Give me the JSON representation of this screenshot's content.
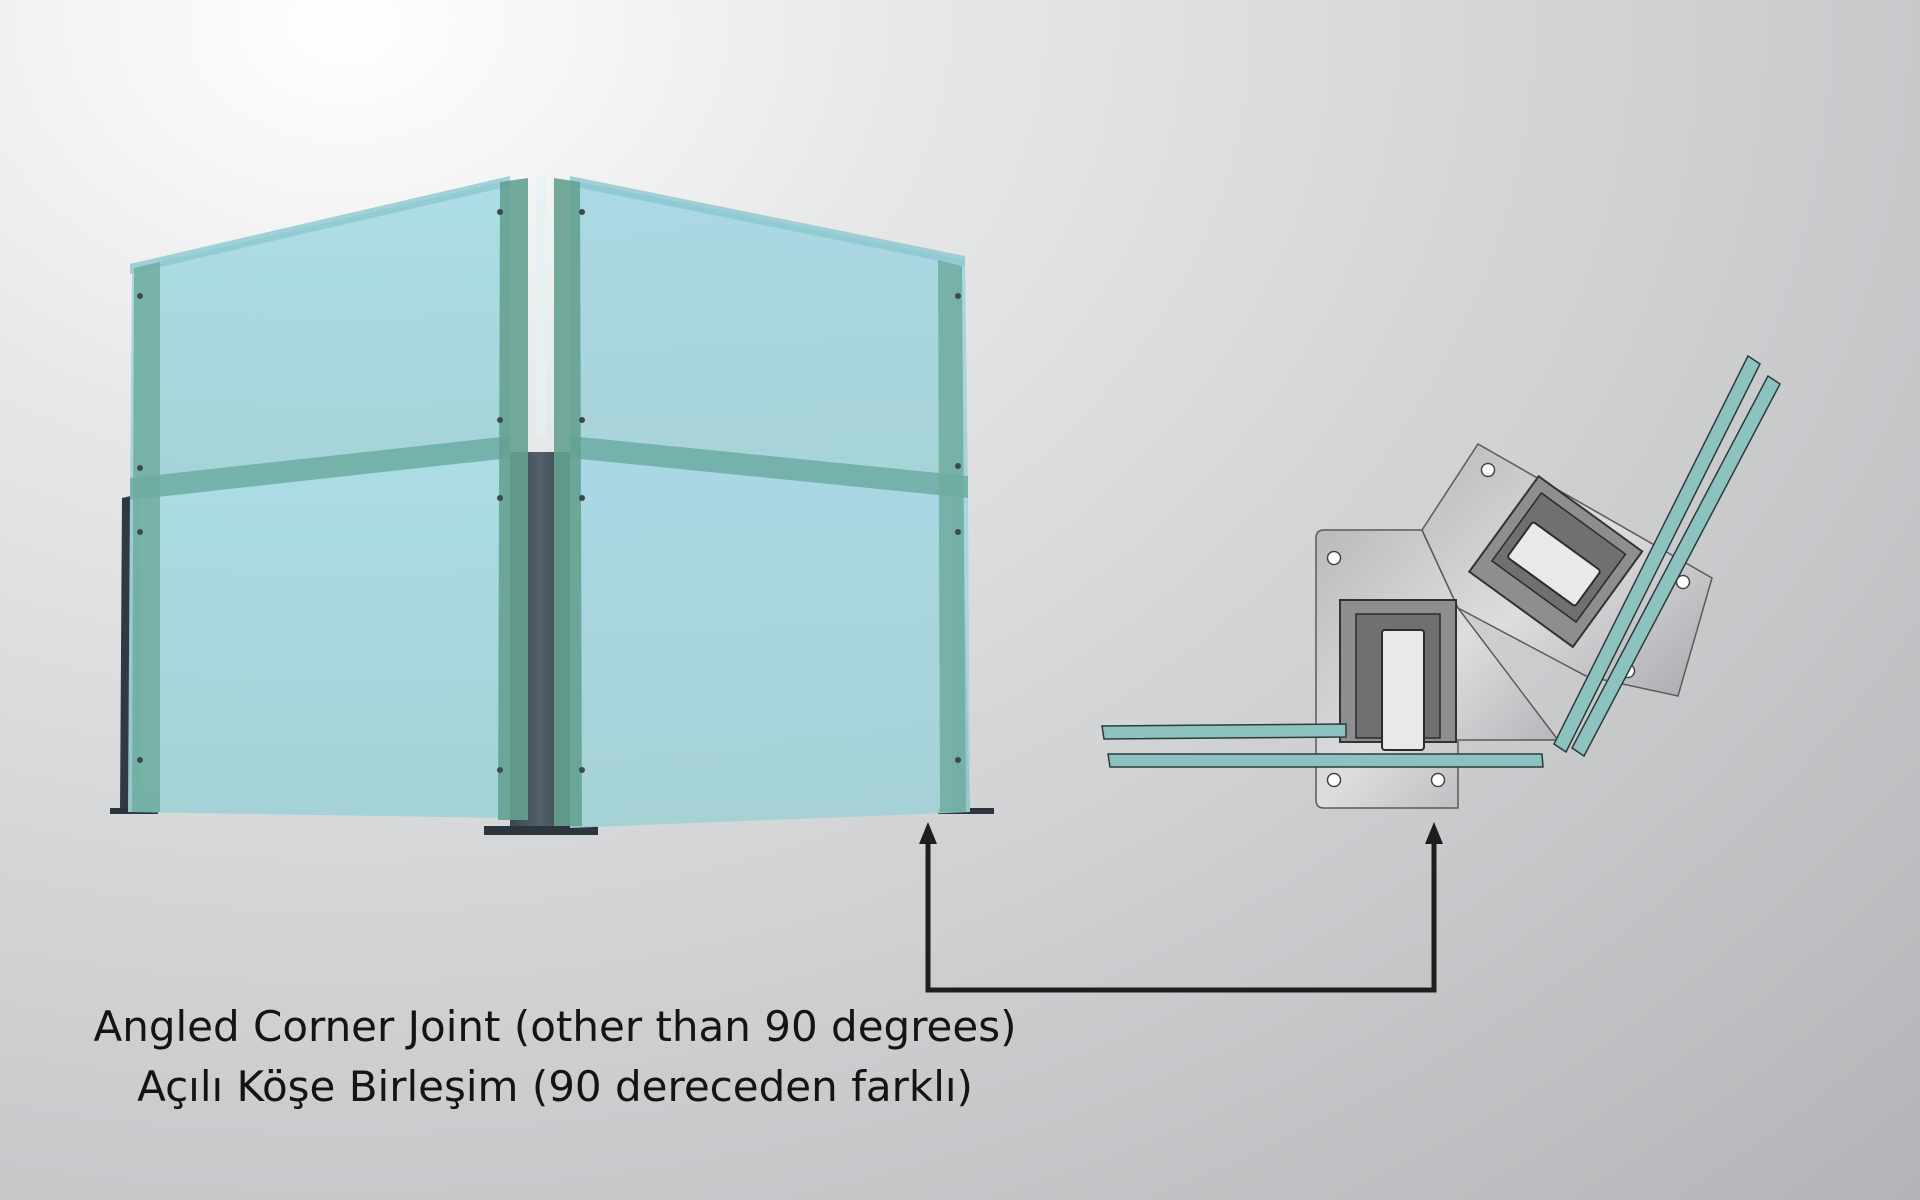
{
  "caption": {
    "english": "Angled Corner Joint (other than 90 degrees)",
    "turkish": "Açılı  Köşe Birleşim (90 dereceden farklı)"
  },
  "colors": {
    "glass": "#a8d8de",
    "post": "#46535f",
    "clamp_steel": "#b5b6b8",
    "glass_section": "#8cc3c1",
    "arrow": "#1e1e1e"
  },
  "icons": {
    "render": "glass-corner-railing",
    "detail": "angled-corner-clamp-plan-view",
    "connector": "double-headed-arrow"
  }
}
